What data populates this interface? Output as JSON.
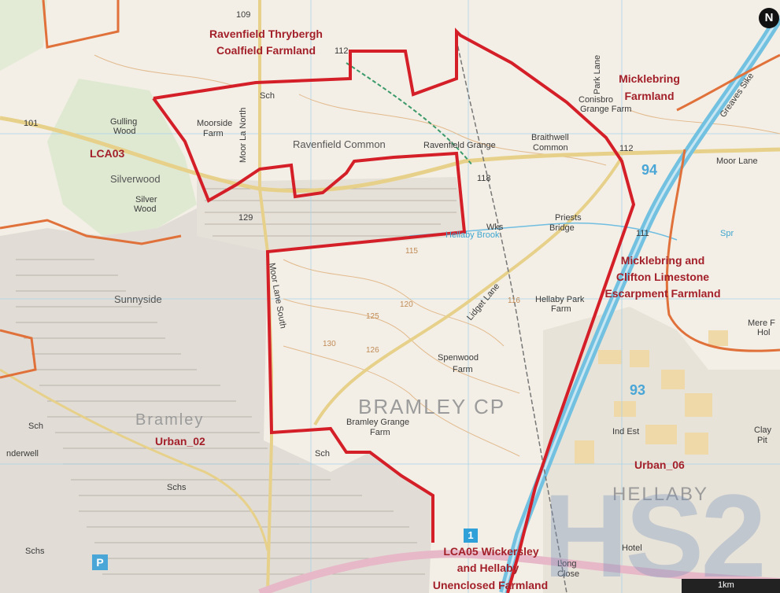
{
  "north_label": "N",
  "scale_label": "1km",
  "watermark": "HS2",
  "route_marker": "1",
  "parking_icon": "P",
  "area_labels": [
    {
      "id": "ravenfield",
      "lines": [
        "Ravenfield Thrybergh",
        "Coalfield Farmland"
      ]
    },
    {
      "id": "micklebring",
      "lines": [
        "Micklebring",
        "Farmland"
      ]
    },
    {
      "id": "lca03",
      "lines": [
        "LCA03"
      ]
    },
    {
      "id": "micklebring-clifton",
      "lines": [
        "Micklebring and",
        "Clifton Limestone",
        "Escarpment Farmland"
      ]
    },
    {
      "id": "urban02",
      "lines": [
        "Urban_02"
      ]
    },
    {
      "id": "urban06",
      "lines": [
        "Urban_06"
      ]
    },
    {
      "id": "lca05",
      "lines": [
        "LCA05 Wickersley",
        "and Hellaby",
        "Unenclosed Farmland"
      ]
    }
  ],
  "map_labels": {
    "moorside_farm": [
      "Moorside",
      "Farm"
    ],
    "moor_la_north": "Moor La North",
    "sch_top": "Sch",
    "ravenfield_common": "Ravenfield Common",
    "ravenfield_grange": "Ravenfield Grange",
    "braithwell_common": [
      "Braithwell",
      "Common"
    ],
    "conisbrough_grange": [
      "Conisbro",
      "Grange Farm"
    ],
    "park_lane": "Park Lane",
    "greaves_sike": "Greaves Sike",
    "moor_lane": "Moor Lane",
    "gulling_wood": [
      "Gulling",
      "Wood"
    ],
    "silverwood": "Silverwood",
    "silver_wood": [
      "Silver",
      "Wood"
    ],
    "wks": "Wks",
    "priests_bridge": [
      "Priests",
      "Bridge"
    ],
    "hellaby_brook": "Hellaby Brook",
    "spr": "Spr",
    "sunnyside": "Sunnyside",
    "moor_lane_south": "Moor Lane South",
    "lidget_lane": "Lidget Lane",
    "hellaby_park_farm": [
      "Hellaby Park",
      "Farm"
    ],
    "mere_farm": [
      "Mere F",
      "Hol"
    ],
    "spenwood_farm": [
      "Spenwood",
      "Farm"
    ],
    "bramley_cp": "BRAMLEY CP",
    "bramley_grange_farm": [
      "Bramley Grange",
      "Farm"
    ],
    "bramley": "Bramley",
    "sch_left": "Sch",
    "nderwell": "nderwell",
    "schs_mid": "Schs",
    "schs_low": "Schs",
    "ind_est": "Ind Est",
    "clay_pit": [
      "Clay",
      "Pit"
    ],
    "hellaby": "HELLABY",
    "hotel": "Hotel",
    "long_close": [
      "Long",
      "Close"
    ],
    "sch_mid": "Sch"
  },
  "spot_heights": [
    "109",
    "112",
    "101",
    "118",
    "112",
    "111",
    "129",
    "115",
    "120",
    "125",
    "126",
    "116",
    "130"
  ],
  "grid_numbers": [
    "94",
    "93"
  ]
}
